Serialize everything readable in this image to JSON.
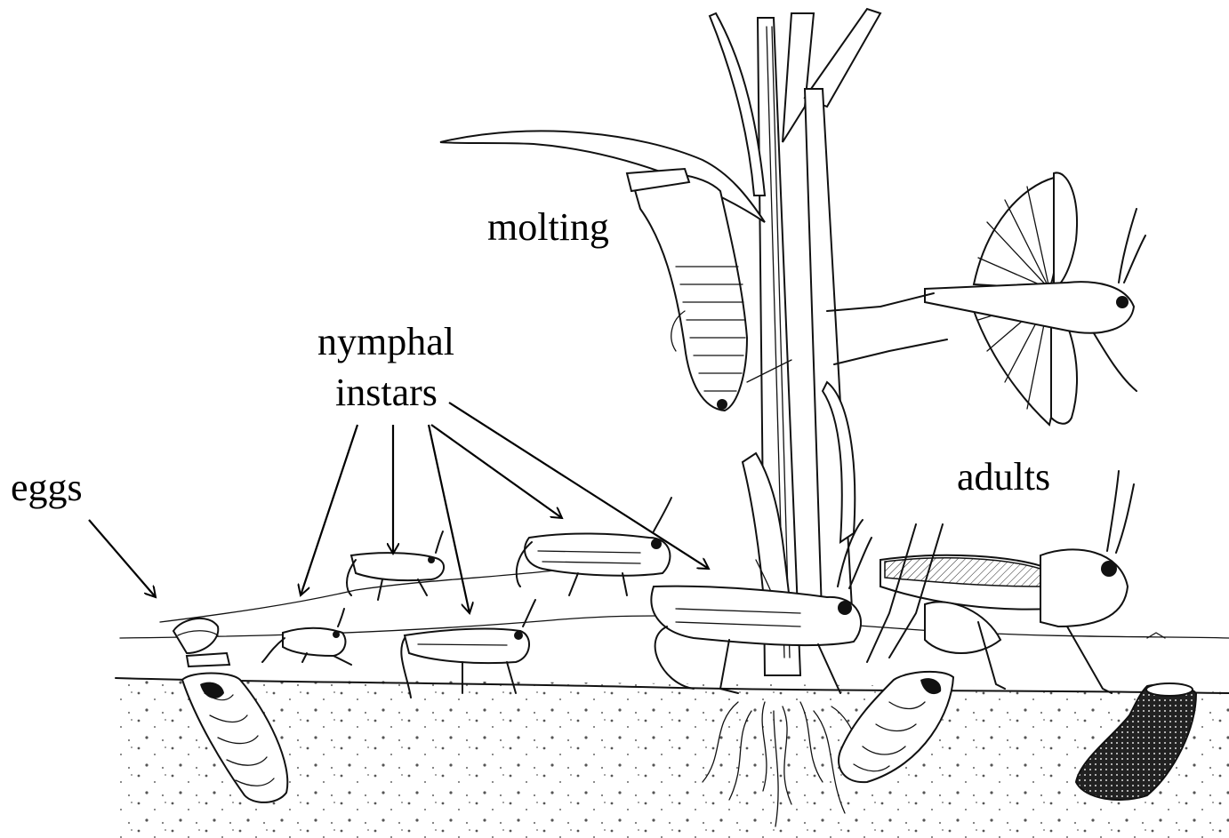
{
  "labels": {
    "molting": "molting",
    "nymphal_line1": "nymphal",
    "nymphal_line2": "instars",
    "eggs": "eggs",
    "adults": "adults"
  },
  "colors": {
    "ink": "#111111",
    "background": "#ffffff",
    "soil_dot": "#444444"
  }
}
